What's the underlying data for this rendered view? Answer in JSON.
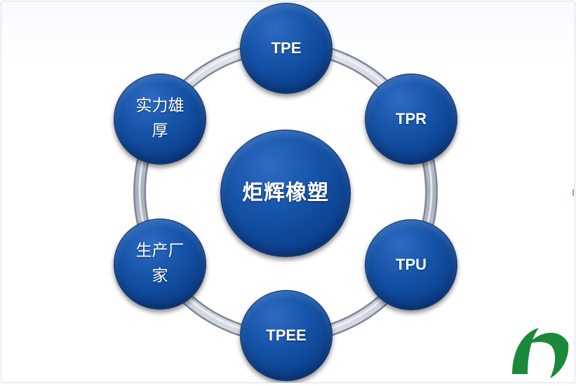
{
  "diagram": {
    "center": {
      "label": "炬辉橡塑"
    },
    "nodes": [
      {
        "id": "tpe",
        "label": "TPE"
      },
      {
        "id": "tpr",
        "label": "TPR"
      },
      {
        "id": "tpu",
        "label": "TPU"
      },
      {
        "id": "tpee",
        "label": "TPEE"
      },
      {
        "id": "factory",
        "label": "生产厂家"
      },
      {
        "id": "strength",
        "label": "实力雄厚"
      }
    ]
  },
  "colors": {
    "node_fill": "#1553a8",
    "ring": "#c8ccd6",
    "logo": "#1a8a3a"
  },
  "logo": {
    "icon": "company-logo-icon"
  }
}
